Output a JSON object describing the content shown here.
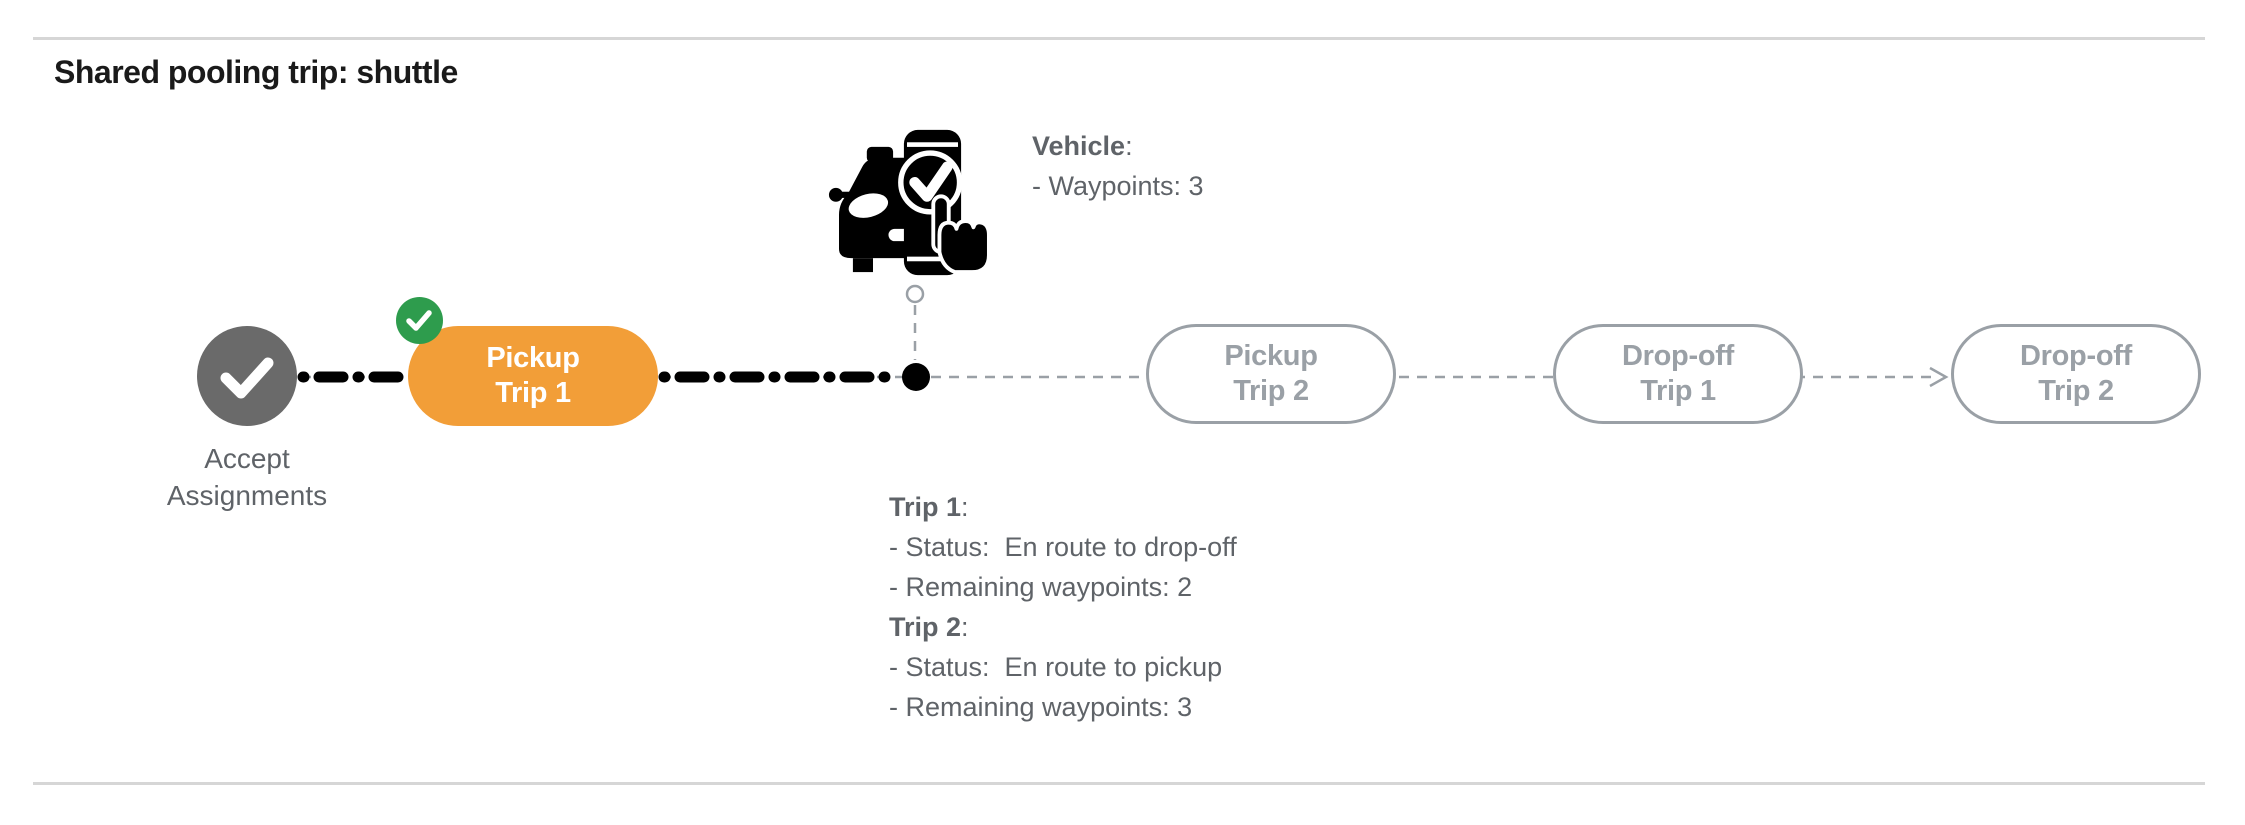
{
  "page": {
    "title": "Shared pooling trip: shuttle"
  },
  "colors": {
    "accent_orange": "#F29E38",
    "success_green": "#2E9C4D",
    "node_gray": "#6A6A6A",
    "text_gray": "#5F6368",
    "outline_gray": "#9AA0A6",
    "divider_gray": "#D6D6D6",
    "line_black": "#000000"
  },
  "timeline": {
    "start_node": {
      "label": "Accept Assignments",
      "icon": "check-icon",
      "state": "completed"
    },
    "stops": [
      {
        "line1": "Pickup",
        "line2": "Trip 1",
        "state": "completed",
        "badge_icon": "check-badge-icon"
      },
      {
        "line1": "Pickup",
        "line2": "Trip 2",
        "state": "pending"
      },
      {
        "line1": "Drop-off",
        "line2": "Trip 1",
        "state": "pending"
      },
      {
        "line1": "Drop-off",
        "line2": "Trip 2",
        "state": "pending"
      }
    ],
    "vehicle_marker_icon": "vehicle-confirmation-icon",
    "progress_marker": "current-position-dot",
    "end_connector": "arrow-right-icon"
  },
  "vehicle_info": {
    "heading": "Vehicle",
    "colon": ":",
    "lines": [
      "- Waypoints: 3"
    ]
  },
  "trip_info": {
    "sections": [
      {
        "heading": "Trip 1",
        "colon": ":",
        "lines": [
          "- Status:  En route to drop-off",
          "- Remaining waypoints: 2"
        ]
      },
      {
        "heading": "Trip 2",
        "colon": ":",
        "lines": [
          "- Status:  En route to pickup",
          "- Remaining waypoints: 3"
        ]
      }
    ]
  }
}
